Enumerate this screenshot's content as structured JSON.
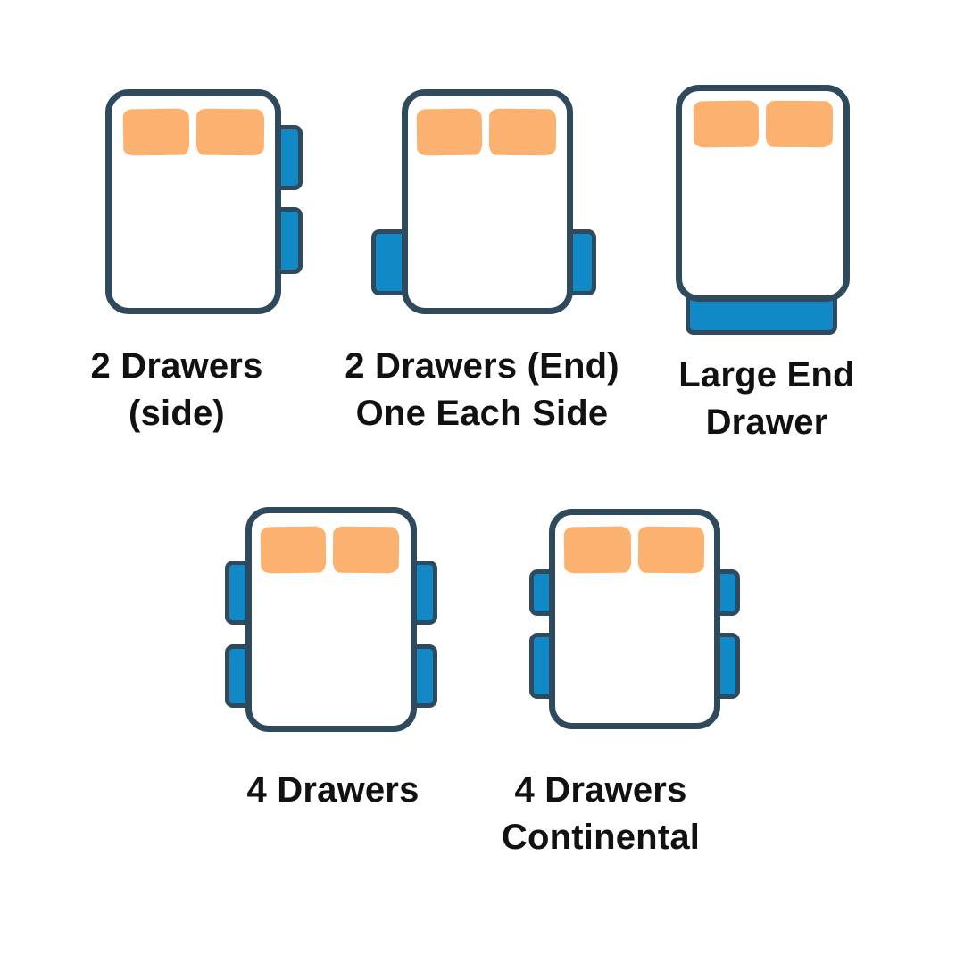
{
  "page": {
    "title": "Bed drawer configuration options",
    "background_color": "#ffffff"
  },
  "style": {
    "outline_color": "#2F4A5D",
    "drawer_color": "#1289C7",
    "pillow_color": "#FBB170",
    "bed_fill_color": "#ffffff",
    "label_color": "#111111"
  },
  "diagrams": [
    {
      "id": "2-drawers-side",
      "label_lines": [
        "2 Drawers",
        "(side)"
      ],
      "drawer_count": 2,
      "drawer_layout": "two drawers on right side"
    },
    {
      "id": "2-drawers-end-one-each-side",
      "label_lines": [
        "2 Drawers (End)",
        "One Each Side"
      ],
      "drawer_count": 2,
      "drawer_layout": "one drawer on each side near foot end"
    },
    {
      "id": "large-end-drawer",
      "label_lines": [
        "Large End",
        "Drawer"
      ],
      "drawer_count": 1,
      "drawer_layout": "one large drawer across foot end"
    },
    {
      "id": "4-drawers",
      "label_lines": [
        "4 Drawers"
      ],
      "drawer_count": 4,
      "drawer_layout": "two drawers on each side"
    },
    {
      "id": "4-drawers-continental",
      "label_lines": [
        "4 Drawers",
        "Continental"
      ],
      "drawer_count": 4,
      "drawer_layout": "two drawers on each side with shorter top drawers"
    }
  ]
}
